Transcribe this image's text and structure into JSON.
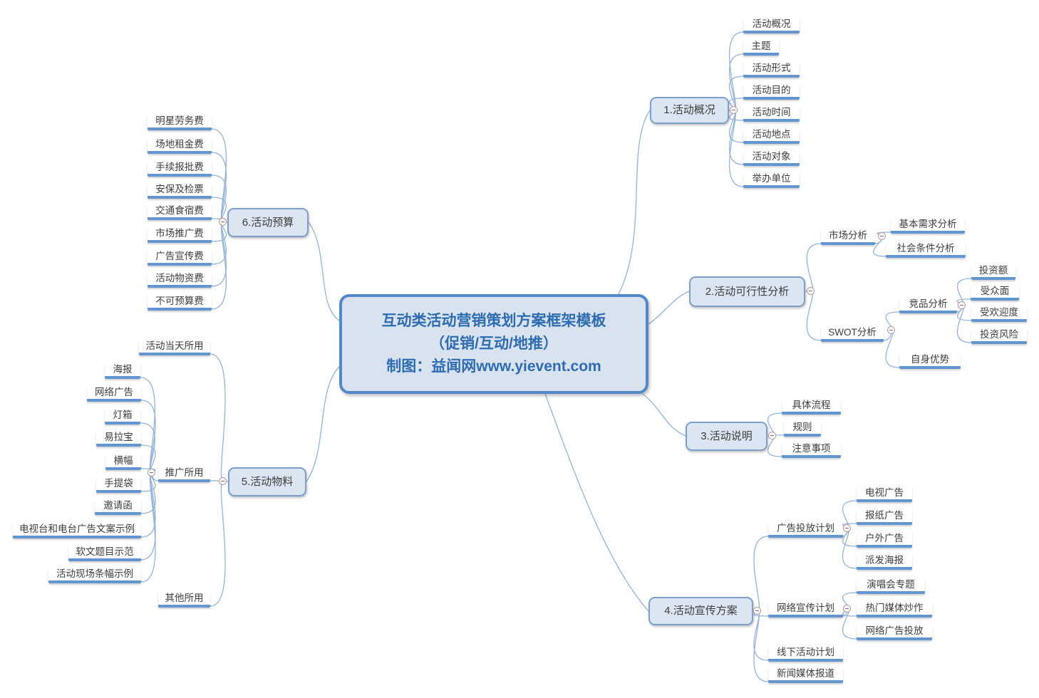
{
  "central": {
    "line1": "互动类活动营销策划方案框架模板",
    "line2": "（促销/互动/地推）",
    "line3": "制图：益闻网www.yievent.com"
  },
  "branches": [
    {
      "label": "1.活动概况",
      "children": [
        {
          "label": "活动概况"
        },
        {
          "label": "主题"
        },
        {
          "label": "活动形式"
        },
        {
          "label": "活动目的"
        },
        {
          "label": "活动时间"
        },
        {
          "label": "活动地点"
        },
        {
          "label": "活动对象"
        },
        {
          "label": "举办单位"
        }
      ]
    },
    {
      "label": "2.活动可行性分析",
      "children": [
        {
          "label": "市场分析",
          "children": [
            {
              "label": "基本需求分析"
            },
            {
              "label": "社会条件分析"
            }
          ]
        },
        {
          "label": "SWOT分析",
          "children": [
            {
              "label": "竞品分析",
              "children": [
                {
                  "label": "投资额"
                },
                {
                  "label": "受众面"
                },
                {
                  "label": "受欢迎度"
                },
                {
                  "label": "投资风险"
                }
              ]
            },
            {
              "label": "自身优势"
            }
          ]
        }
      ]
    },
    {
      "label": "3.活动说明",
      "children": [
        {
          "label": "具体流程"
        },
        {
          "label": "规则"
        },
        {
          "label": "注意事项"
        }
      ]
    },
    {
      "label": "4.活动宣传方案",
      "children": [
        {
          "label": "广告投放计划",
          "children": [
            {
              "label": "电视广告"
            },
            {
              "label": "报纸广告"
            },
            {
              "label": "户外广告"
            },
            {
              "label": "派发海报"
            }
          ]
        },
        {
          "label": "网络宣传计划",
          "children": [
            {
              "label": "演唱会专题"
            },
            {
              "label": "热门媒体炒作"
            },
            {
              "label": "网络广告投放"
            }
          ]
        },
        {
          "label": "线下活动计划"
        },
        {
          "label": "新闻媒体报道"
        }
      ]
    },
    {
      "label": "5.活动物料",
      "children": [
        {
          "label": "活动当天所用"
        },
        {
          "label": "推广所用",
          "children": [
            {
              "label": "海报"
            },
            {
              "label": "网络广告"
            },
            {
              "label": "灯箱"
            },
            {
              "label": "易拉宝"
            },
            {
              "label": "横幅"
            },
            {
              "label": "手提袋"
            },
            {
              "label": "邀请函"
            },
            {
              "label": "电视台和电台广告文案示例"
            },
            {
              "label": "软文题目示范"
            },
            {
              "label": "活动现场条幅示例"
            }
          ]
        },
        {
          "label": "其他所用"
        }
      ]
    },
    {
      "label": "6.活动预算",
      "children": [
        {
          "label": "明星劳务费"
        },
        {
          "label": "场地租金费"
        },
        {
          "label": "手续报批费"
        },
        {
          "label": "安保及检票"
        },
        {
          "label": "交通食宿费"
        },
        {
          "label": "市场推广费"
        },
        {
          "label": "广告宣传费"
        },
        {
          "label": "活动物资费"
        },
        {
          "label": "不可预算费"
        }
      ]
    }
  ],
  "colors": {
    "connector_line": "#94b3d7",
    "leaf_underline": "#6196d0",
    "topic_fill": "#dce6f2",
    "topic_border": "#7e9fc9",
    "central_fill": "#d9e3f0",
    "central_border": "#5388c8",
    "central_text": "#2d6cb0",
    "node_text": "#3d3d3d"
  }
}
